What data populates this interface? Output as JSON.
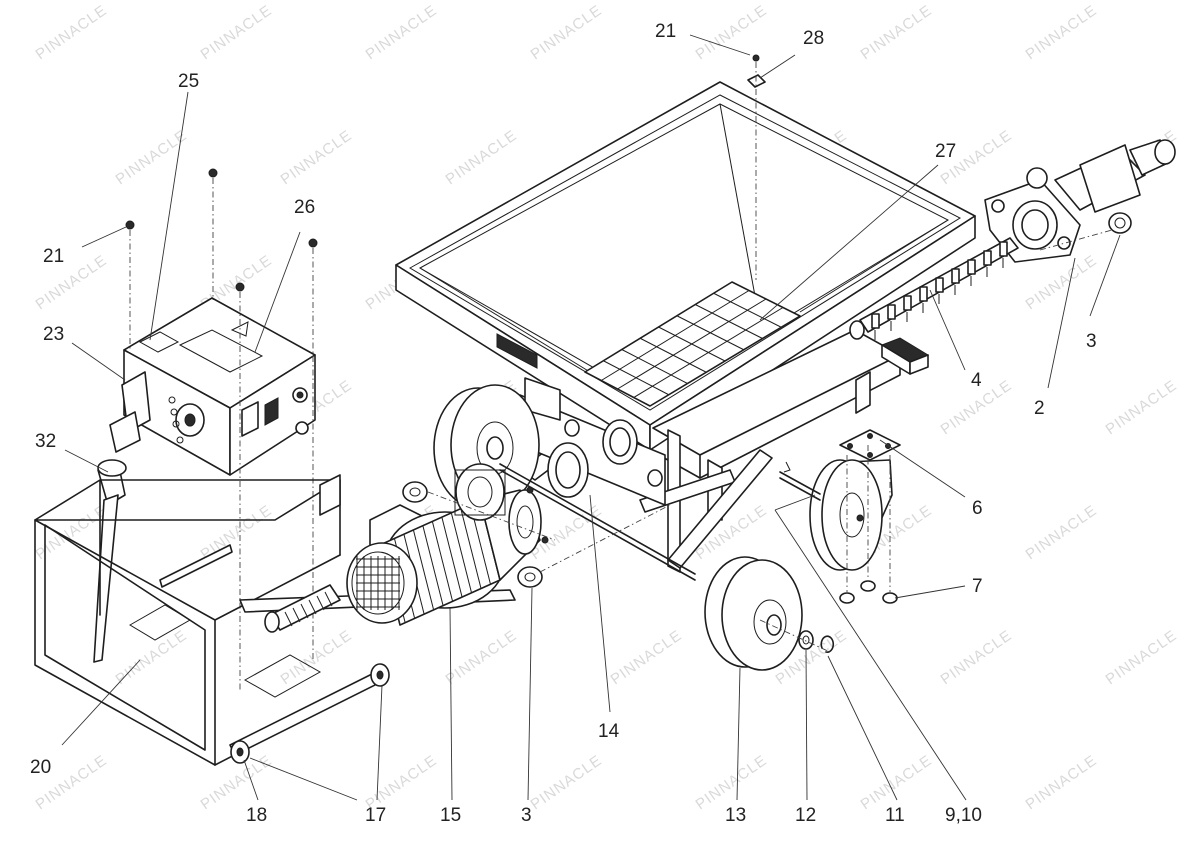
{
  "watermark": {
    "text": "PINNACLE"
  },
  "callouts": [
    {
      "id": "c21a",
      "label": "21"
    },
    {
      "id": "c28",
      "label": "28"
    },
    {
      "id": "c25",
      "label": "25"
    },
    {
      "id": "c26",
      "label": "26"
    },
    {
      "id": "c21b",
      "label": "21"
    },
    {
      "id": "c27",
      "label": "27"
    },
    {
      "id": "c23",
      "label": "23"
    },
    {
      "id": "c32",
      "label": "32"
    },
    {
      "id": "c3a",
      "label": "3"
    },
    {
      "id": "c2",
      "label": "2"
    },
    {
      "id": "c4",
      "label": "4"
    },
    {
      "id": "c6",
      "label": "6"
    },
    {
      "id": "c7",
      "label": "7"
    },
    {
      "id": "c14",
      "label": "14"
    },
    {
      "id": "c20",
      "label": "20"
    },
    {
      "id": "c18",
      "label": "18"
    },
    {
      "id": "c17",
      "label": "17"
    },
    {
      "id": "c15",
      "label": "15"
    },
    {
      "id": "c3b",
      "label": "3"
    },
    {
      "id": "c13",
      "label": "13"
    },
    {
      "id": "c12",
      "label": "12"
    },
    {
      "id": "c11",
      "label": "11"
    },
    {
      "id": "c910",
      "label": "9,10"
    }
  ]
}
